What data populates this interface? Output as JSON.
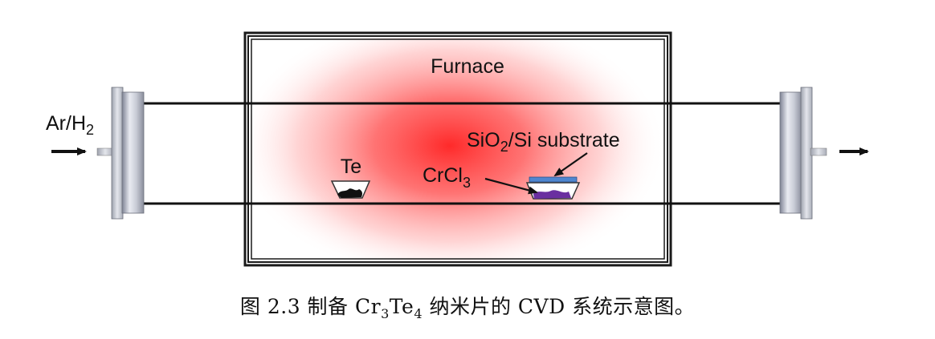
{
  "diagram": {
    "furnace_label": "Furnace",
    "gas_label": "Ar/H",
    "gas_sub": "2",
    "substrate_label": "SiO",
    "substrate_sub": "2",
    "substrate_rest": "/Si substrate",
    "te_label": "Te",
    "crcl_label": "CrCl",
    "crcl_sub": "3",
    "colors": {
      "furnace_hot": "#ff2a2a",
      "substrate": "#4f86d0",
      "crcl3_powder": "#6a2fa0",
      "te_powder": "#111111"
    }
  },
  "caption": {
    "lead": "图 2.3  制备 Cr",
    "sub1": "3",
    "mid": "Te",
    "sub2": "4",
    "tail": " 纳米片的 CVD 系统示意图。"
  }
}
